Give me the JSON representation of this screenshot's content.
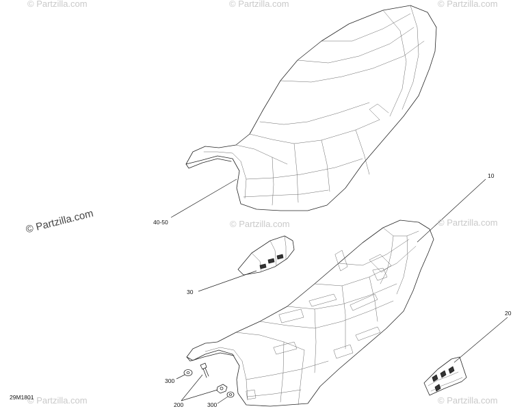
{
  "watermarks": {
    "top_left": "© Partzilla.com",
    "top_center": "© Partzilla.com",
    "top_right": "© Partzilla.com",
    "mid_left": "© Partzilla.com",
    "mid_center": "© Partzilla.com",
    "mid_right": "© Partzilla.com",
    "bottom_center": "© Partzilla.com",
    "bottom_right": "© Partzilla.com"
  },
  "callouts": {
    "seat_cover": "40-50",
    "seat_base": "10",
    "bracket": "30",
    "side_clip": "20",
    "washer_a": "300",
    "washer_b": "300",
    "fasteners": "200"
  },
  "diagram_code": "29M1801"
}
